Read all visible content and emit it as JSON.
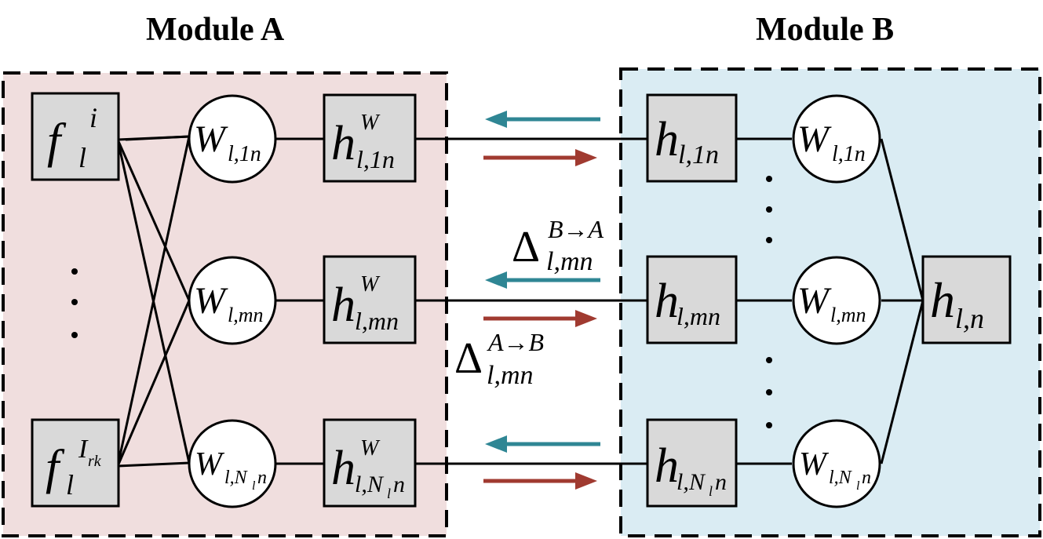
{
  "modules": {
    "a": {
      "title": "Module A"
    },
    "b": {
      "title": "Module B"
    }
  },
  "colors": {
    "module_a_fill": "#f0dede",
    "module_b_fill": "#daecf3",
    "node_fill": "#d9d9d9",
    "arrow_b_to_a": "#2f8694",
    "arrow_a_to_b": "#a03a30"
  },
  "module_a": {
    "inputs": [
      {
        "base": "f",
        "sub": "l",
        "sup": "i",
        "supsub": ""
      },
      {
        "base": "f",
        "sub": "l",
        "sup": "I",
        "supsub": "rk"
      }
    ],
    "weights": [
      {
        "base": "W",
        "sub": "l,1n",
        "subsub": ""
      },
      {
        "base": "W",
        "sub": "l,mn",
        "subsub": ""
      },
      {
        "base": "W",
        "sub": "l,N",
        "subsub": "l",
        "subtail": "n"
      }
    ],
    "outputs": [
      {
        "base": "h",
        "sup": "W",
        "sub": "l,1n",
        "subsub": ""
      },
      {
        "base": "h",
        "sup": "W",
        "sub": "l,mn",
        "subsub": ""
      },
      {
        "base": "h",
        "sup": "W",
        "sub": "l,N",
        "subsub": "l",
        "subtail": "n"
      }
    ],
    "ellipsis": "·"
  },
  "messages": {
    "b_to_a": {
      "base": "Δ",
      "sup": "B→A",
      "sub": "l,mn"
    },
    "a_to_b": {
      "base": "Δ",
      "sup": "A→B",
      "sub": "l,mn"
    }
  },
  "module_b": {
    "inputs": [
      {
        "base": "h",
        "sub": "l,1n"
      },
      {
        "base": "h",
        "sub": "l,mn"
      },
      {
        "base": "h",
        "sub": "l,N",
        "subsub": "l",
        "subtail": "n"
      }
    ],
    "weights": [
      {
        "base": "W",
        "sub": "l,1n"
      },
      {
        "base": "W",
        "sub": "l,mn"
      },
      {
        "base": "W",
        "sub": "l,N",
        "subsub": "l",
        "subtail": "n"
      }
    ],
    "output": {
      "base": "h",
      "sub": "l,n"
    }
  }
}
